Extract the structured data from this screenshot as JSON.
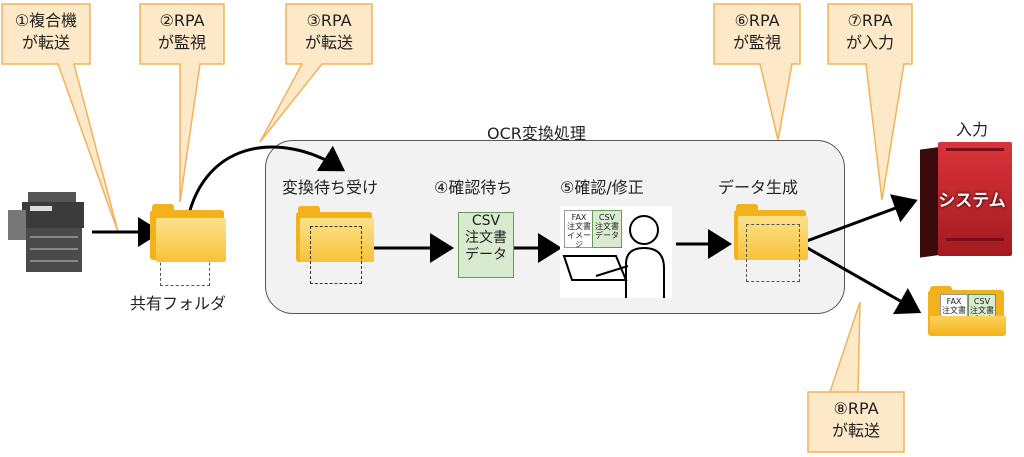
{
  "callouts": [
    {
      "line1": "①複合機",
      "line2": "が転送"
    },
    {
      "line1": "②RPA",
      "line2": "が監視"
    },
    {
      "line1": "③RPA",
      "line2": "が転送"
    },
    {
      "line1": "⑥RPA",
      "line2": "が監視"
    },
    {
      "line1": "⑦RPA",
      "line2": "が入力"
    },
    {
      "line1": "⑧RPA",
      "line2": "が転送"
    }
  ],
  "labels": {
    "shared_folder": "共有フォルダ",
    "ocr_group": "OCR変換処理",
    "convert_wait": "変換待ち受け",
    "confirm_wait": "④確認待ち",
    "confirm_edit": "⑤確認/修正",
    "data_gen": "データ生成",
    "input": "入力",
    "system": "システム"
  },
  "csv_doc": {
    "line1": "CSV",
    "line2": "注文書",
    "line3": "データ"
  },
  "mini_docs": {
    "fax_line1": "FAX",
    "fax_line2": "注文書",
    "fax_line3": "イメージ",
    "csv_line1": "CSV",
    "csv_line2": "注文書",
    "csv_line3": "データ"
  },
  "colors": {
    "callout_fill": "#fde9c8",
    "callout_stroke": "#f2b25a",
    "folder_yellow": "#f3b21c",
    "group_fill": "#f2f2f2",
    "csv_fill": "#d8ead0",
    "server_red": "#c9212a"
  }
}
